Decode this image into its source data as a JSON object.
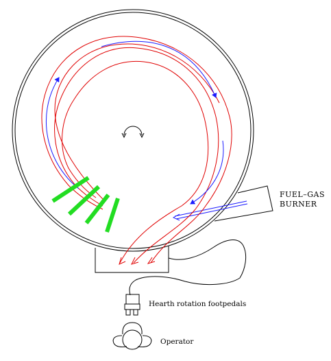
{
  "labels": {
    "burner_line1": "FUEL–GAS",
    "burner_line2": "BURNER",
    "footpedals": "Hearth rotation footpedals",
    "operator": "Operator"
  },
  "colors": {
    "outline": "#000000",
    "flame_paths": "#e00000",
    "gas_flow_arrows": "#1a1aff",
    "charge_bars": "#22dd22"
  },
  "icons": {
    "rotation_indicator": "clockwise-rotation-arrow-icon",
    "operator": "operator-top-view-icon",
    "footpedals": "footpedal-icon"
  }
}
